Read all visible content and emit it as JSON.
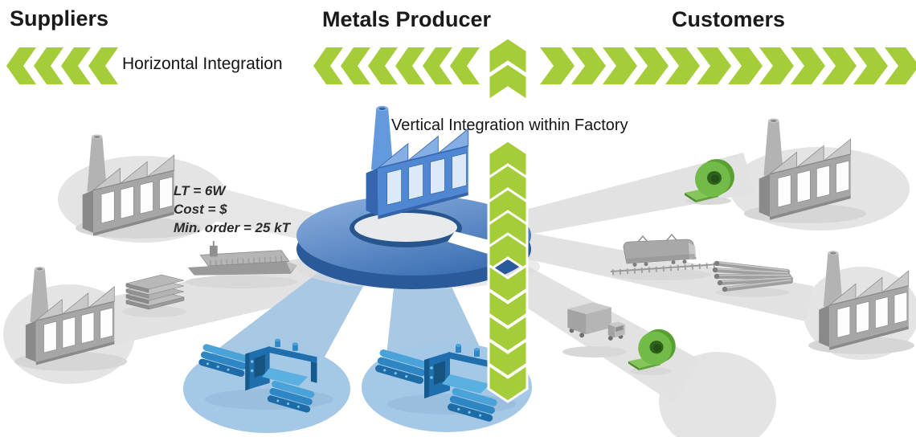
{
  "title_row": {
    "suppliers": "Suppliers",
    "metals_producer": "Metals Producer",
    "customers": "Customers"
  },
  "flow_labels": {
    "horizontal": "Horizontal Integration",
    "vertical": "Vertical Integration within Factory"
  },
  "supplier_callout": {
    "lines": [
      "LT = 6W",
      "Cost = $",
      "Min. order = 25 kT"
    ]
  },
  "colors": {
    "accent_green": "#a5cd39",
    "coil_green": "#6fb844",
    "ring_blue": "#3c70b4",
    "ring_blue_dark": "#2b5b9b",
    "factory_blue": "#4f87d2",
    "machine_blue": "#2e86c4",
    "light_blue_beam": "#a8c8e4",
    "light_blue_ellipse": "#a4c8e6",
    "gray_blob": "#e4e4e4",
    "gray_icon": "#a6a6a6",
    "text_dark": "#1a1a1a"
  },
  "icons": {
    "factory-icon": "isometric factory with chimney and sawtooth roof",
    "ring-icon": "blue circular arrow ring around producer factory",
    "barge-icon": "cargo barge ship",
    "slab-stack-icon": "stacked steel slabs",
    "train-icon": "freight locomotive on track",
    "pipes-icon": "bundle of steel pipes",
    "truck-icon": "box truck",
    "coil-icon": "green steel coil with unrolled strip",
    "rolling-mill-icon": "blue rolling mill machine",
    "chevron-icon": "green flow chevrons"
  }
}
